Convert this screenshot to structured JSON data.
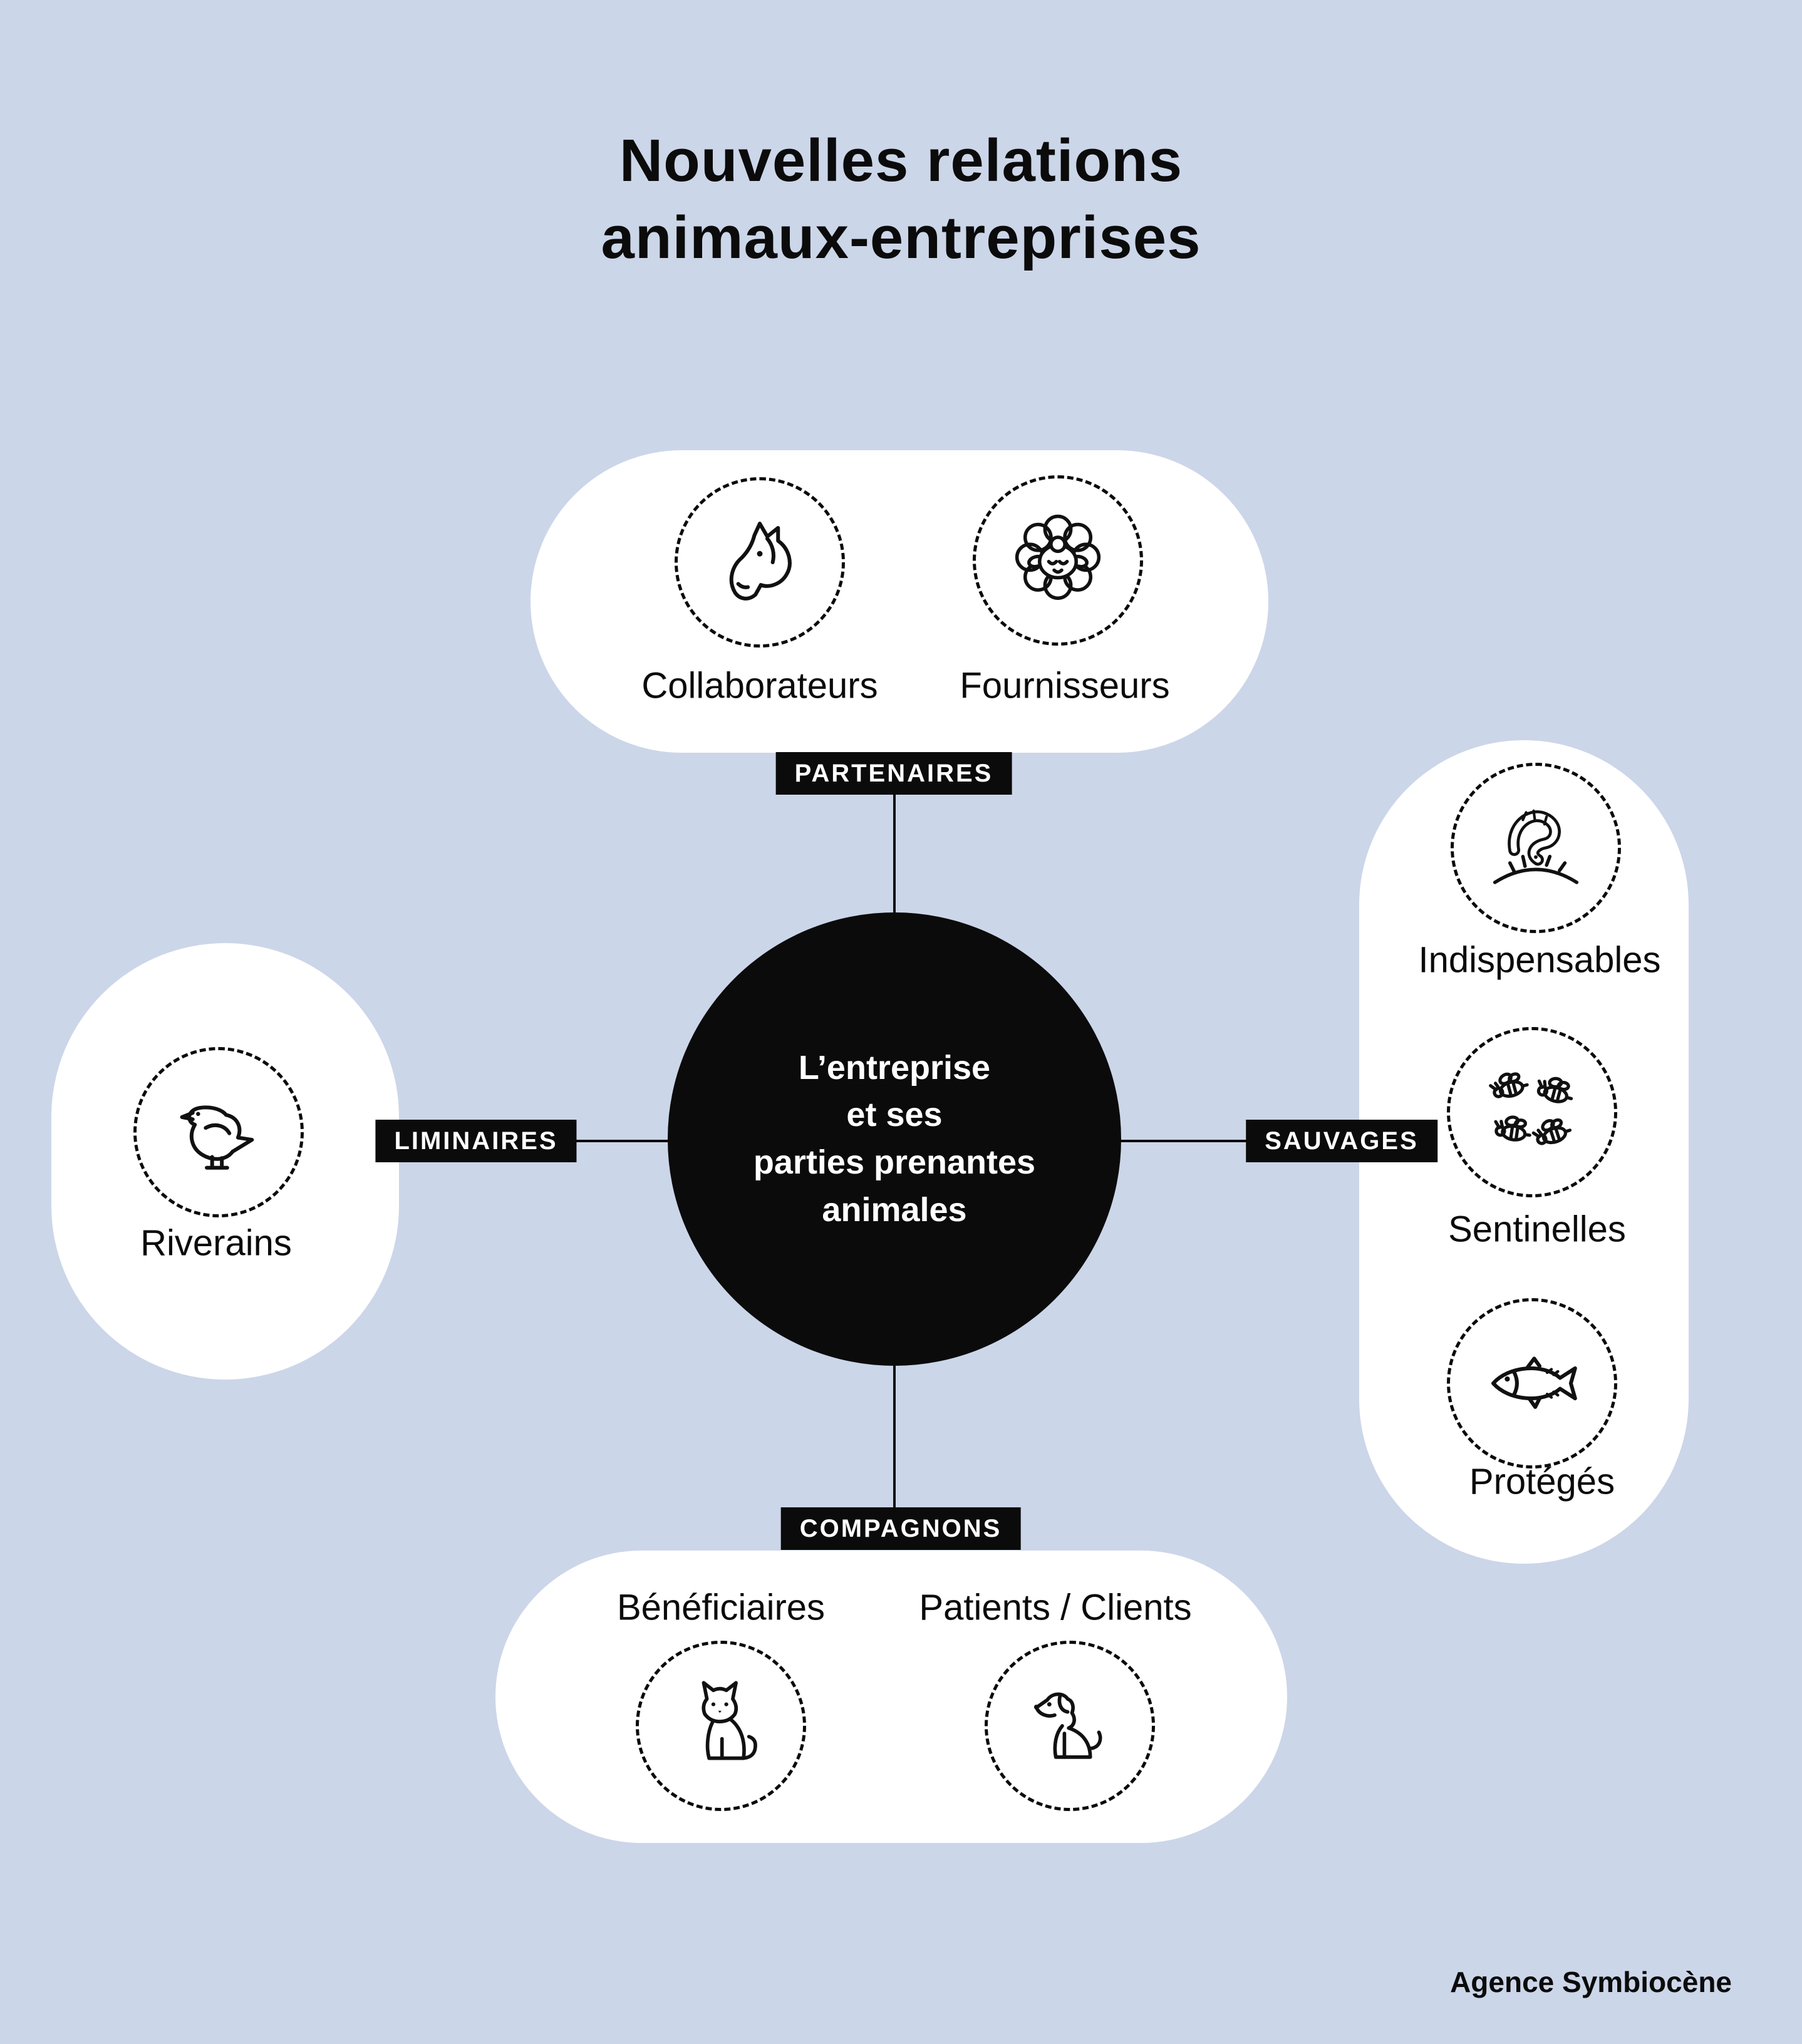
{
  "title": "Nouvelles relations\nanimaux-entreprises",
  "center": {
    "text": "L’entreprise\net ses\nparties prenantes\nanimales"
  },
  "groups": {
    "partenaires": {
      "label": "PARTENAIRES",
      "items": [
        {
          "label": "Collaborateurs",
          "icon": "horse-icon"
        },
        {
          "label": "Fournisseurs",
          "icon": "sheep-icon"
        }
      ]
    },
    "sauvages": {
      "label": "SAUVAGES",
      "items": [
        {
          "label": "Indispensables",
          "icon": "worm-icon"
        },
        {
          "label": "Sentinelles",
          "icon": "bees-icon"
        },
        {
          "label": "Protégés",
          "icon": "fish-icon"
        }
      ]
    },
    "compagnons": {
      "label": "COMPAGNONS",
      "items": [
        {
          "label": "Bénéficiaires",
          "icon": "cat-icon"
        },
        {
          "label": "Patients / Clients",
          "icon": "dog-icon"
        }
      ]
    },
    "liminaires": {
      "label": "LIMINAIRES",
      "items": [
        {
          "label": "Riverains",
          "icon": "pigeon-icon"
        }
      ]
    }
  },
  "footer": "Agence Symbiocène",
  "colors": {
    "background": "#ccd6e9",
    "card": "#ffffff",
    "ink": "#0b0b0b",
    "center_text": "#ffffff"
  }
}
